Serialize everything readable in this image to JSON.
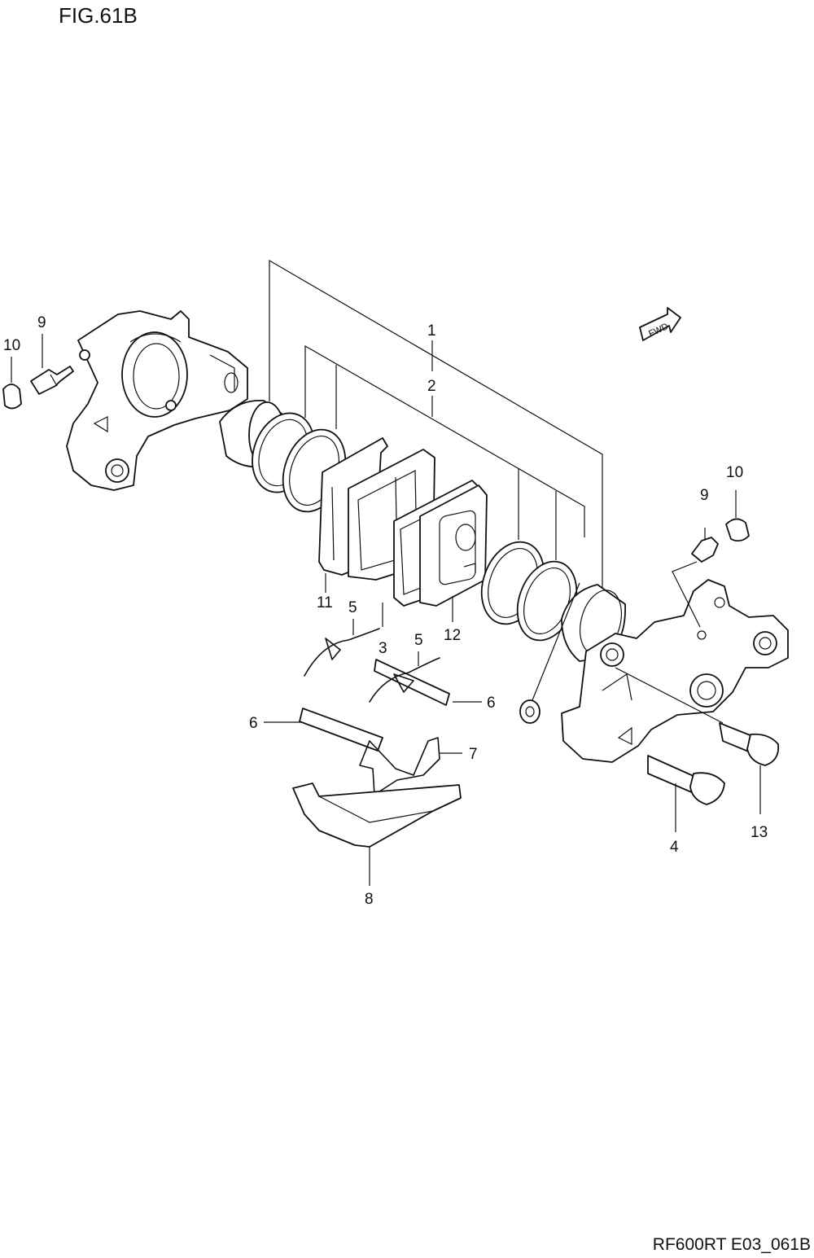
{
  "figure": {
    "title": "FIG.61B",
    "code": "RF600RT E03_061B"
  },
  "direction_badge": {
    "label": "FWD"
  },
  "callouts": {
    "c1": "1",
    "c2": "2",
    "c3": "3",
    "c4": "4",
    "c5a": "5",
    "c5b": "5",
    "c6a": "6",
    "c6b": "6",
    "c7": "7",
    "c8": "8",
    "c9a": "9",
    "c9b": "9",
    "c10a": "10",
    "c10b": "10",
    "c11": "11",
    "c12": "12",
    "c13": "13"
  }
}
